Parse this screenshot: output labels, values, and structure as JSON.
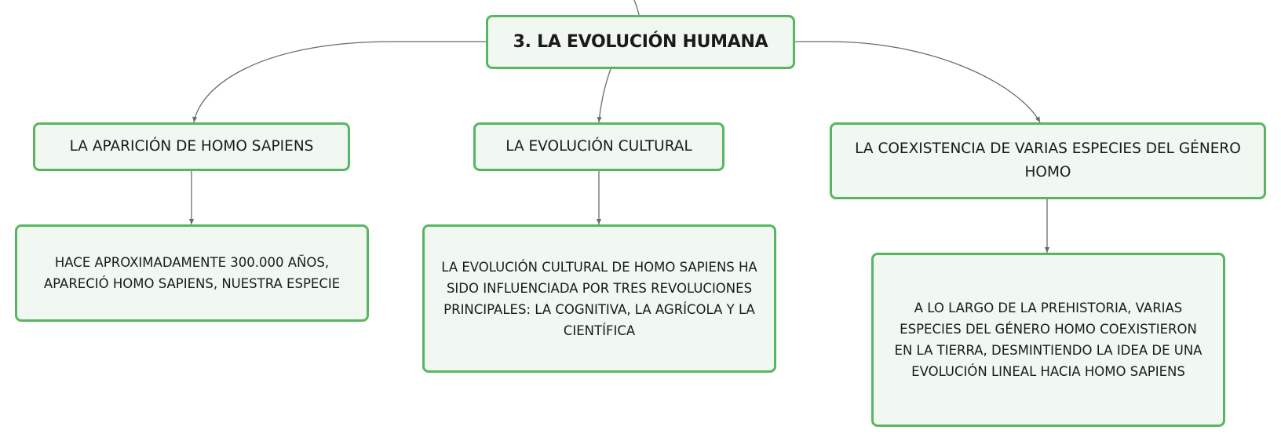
{
  "root": {
    "title": "3. LA EVOLUCIÓN HUMANA"
  },
  "branches": [
    {
      "title": "LA APARICIÓN DE HOMO SAPIENS",
      "detail": "HACE APROXIMADAMENTE 300.000 AÑOS, APARECIÓ HOMO SAPIENS, NUESTRA ESPECIE"
    },
    {
      "title": "LA EVOLUCIÓN CULTURAL",
      "detail": "LA EVOLUCIÓN CULTURAL DE HOMO SAPIENS HA SIDO INFLUENCIADA POR TRES REVOLUCIONES PRINCIPALES: LA COGNITIVA, LA AGRÍCOLA Y LA CIENTÍFICA"
    },
    {
      "title": "LA COEXISTENCIA DE VARIAS ESPECIES DEL GÉNERO HOMO",
      "detail": "A LO LARGO DE LA PREHISTORIA, VARIAS ESPECIES DEL GÉNERO HOMO COEXISTIERON EN LA TIERRA, DESMINTIENDO LA IDEA DE UNA EVOLUCIÓN LINEAL HACIA HOMO SAPIENS"
    }
  ],
  "colors": {
    "node_border": "#58b662",
    "node_fill": "#f0f8f1",
    "connector": "#6b6b6b"
  }
}
